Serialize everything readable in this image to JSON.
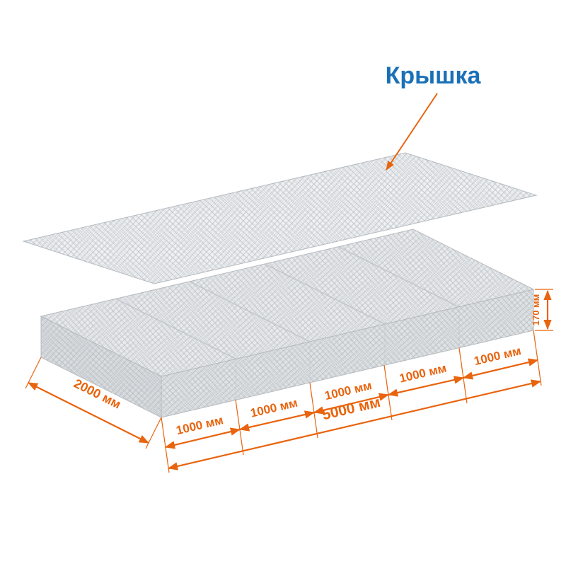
{
  "diagram": {
    "lid_label": "Крышка",
    "dimensions": {
      "depth": "2000 мм",
      "segments": [
        "1000 мм",
        "1000 мм",
        "1000 мм",
        "1000 мм",
        "1000 мм"
      ],
      "total_length": "5000 мм",
      "height": "170 мм"
    },
    "colors": {
      "dimension": "#e8640e",
      "label": "#1a70b8",
      "mesh_wire": "#aab1b7"
    }
  }
}
